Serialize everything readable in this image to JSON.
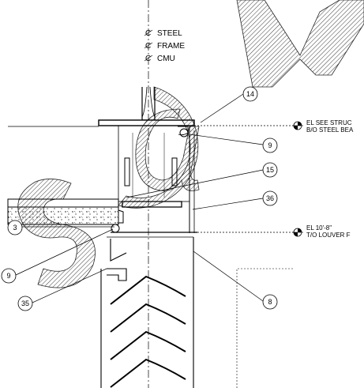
{
  "centerline_labels": {
    "steel": "STEEL",
    "frame": "FRAME",
    "cmu": "CMU"
  },
  "elevation_markers": {
    "steel_beam_line1": "EL SEE STRUC",
    "steel_beam_line2": "B/O STEEL BEA",
    "louver_line1": "EL 10'-8\"",
    "louver_line2": "T/O LOUVER F"
  },
  "keynotes": {
    "k14": "14",
    "k9_right": "9",
    "k15": "15",
    "k36": "36",
    "k3": "3",
    "k9_left": "9",
    "k35": "35",
    "k8": "8"
  },
  "colors": {
    "ink": "#000000",
    "background": "#ffffff",
    "watermark_hatch": "#000000"
  },
  "watermark_icon": "at-sign-watermark-hatched"
}
